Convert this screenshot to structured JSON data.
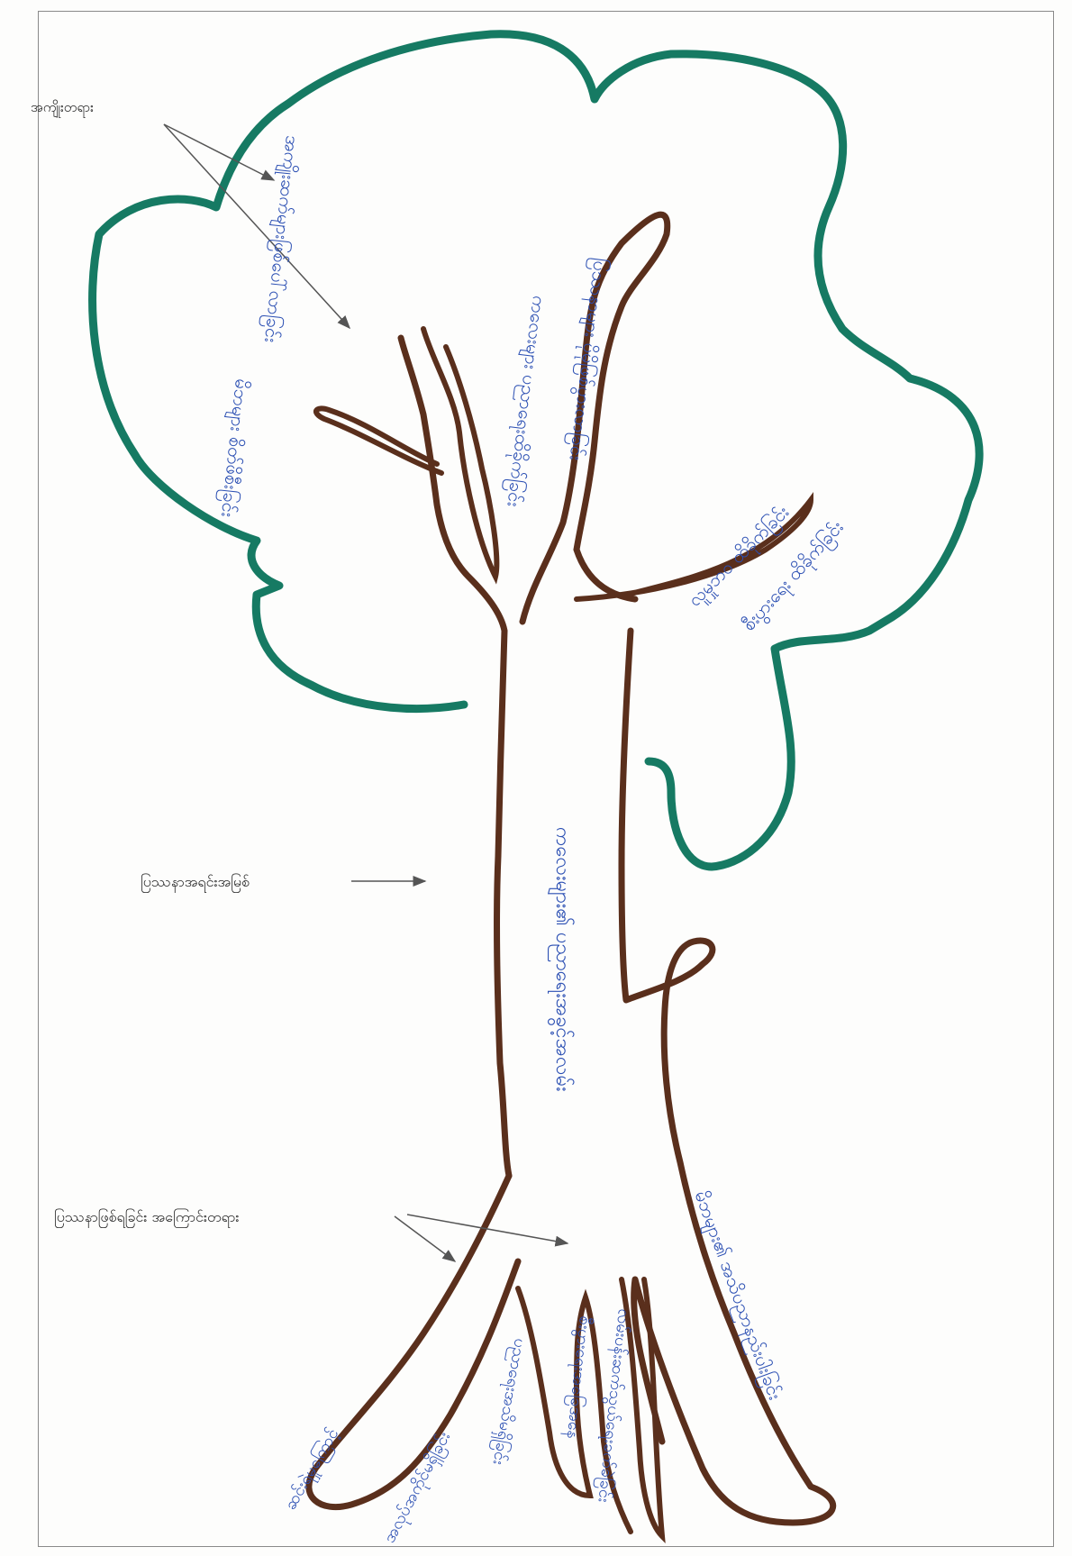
{
  "colors": {
    "canopy": "#167a63",
    "trunk": "#5a2f1c",
    "handwriting": "#2b4fb3",
    "label": "#222222",
    "arrow": "#555555"
  },
  "labels": {
    "effects": "အကျိုးတရား",
    "core_problem": "ပြဿနာအရင်းအမြစ်",
    "causes": "ပြဿနာဖြစ်ရခြင်း အကြောင်းတရား"
  },
  "branches": [
    "အကျိုးဆက်များဖြစ်ပေါ်လာခြင်း",
    "မိဘများ စိတ်ဖိစီးခြင်း",
    "ကလေးများ ပညာရေးထိခိုက်ခြင်း",
    "ပြဿနာများ ပိုမိုဖြစ်ပွားလာခြင်း",
    "လူမှုဘဝ ထိခိုက်ခြင်း",
    "စီးပွားရေး ထိခိုက်ခြင်း"
  ],
  "trunk_text": "ကလေးများ၏ ပညာရေးအခွင့်အလမ်း",
  "roots": [
    "ဆင်းရဲမှုကြောင့်",
    "အလုပ်အကိုင်မရှိခြင်း",
    "ပညာရေးအသိမရှိခြင်း",
    "စီးပွားရေးအခြေအနေ",
    "လမ်းပန်းဆက်သွယ်ရေးခက်ခဲခြင်း",
    "မိဘများ၏ အသိပညာနည်းပါးခြင်း"
  ]
}
